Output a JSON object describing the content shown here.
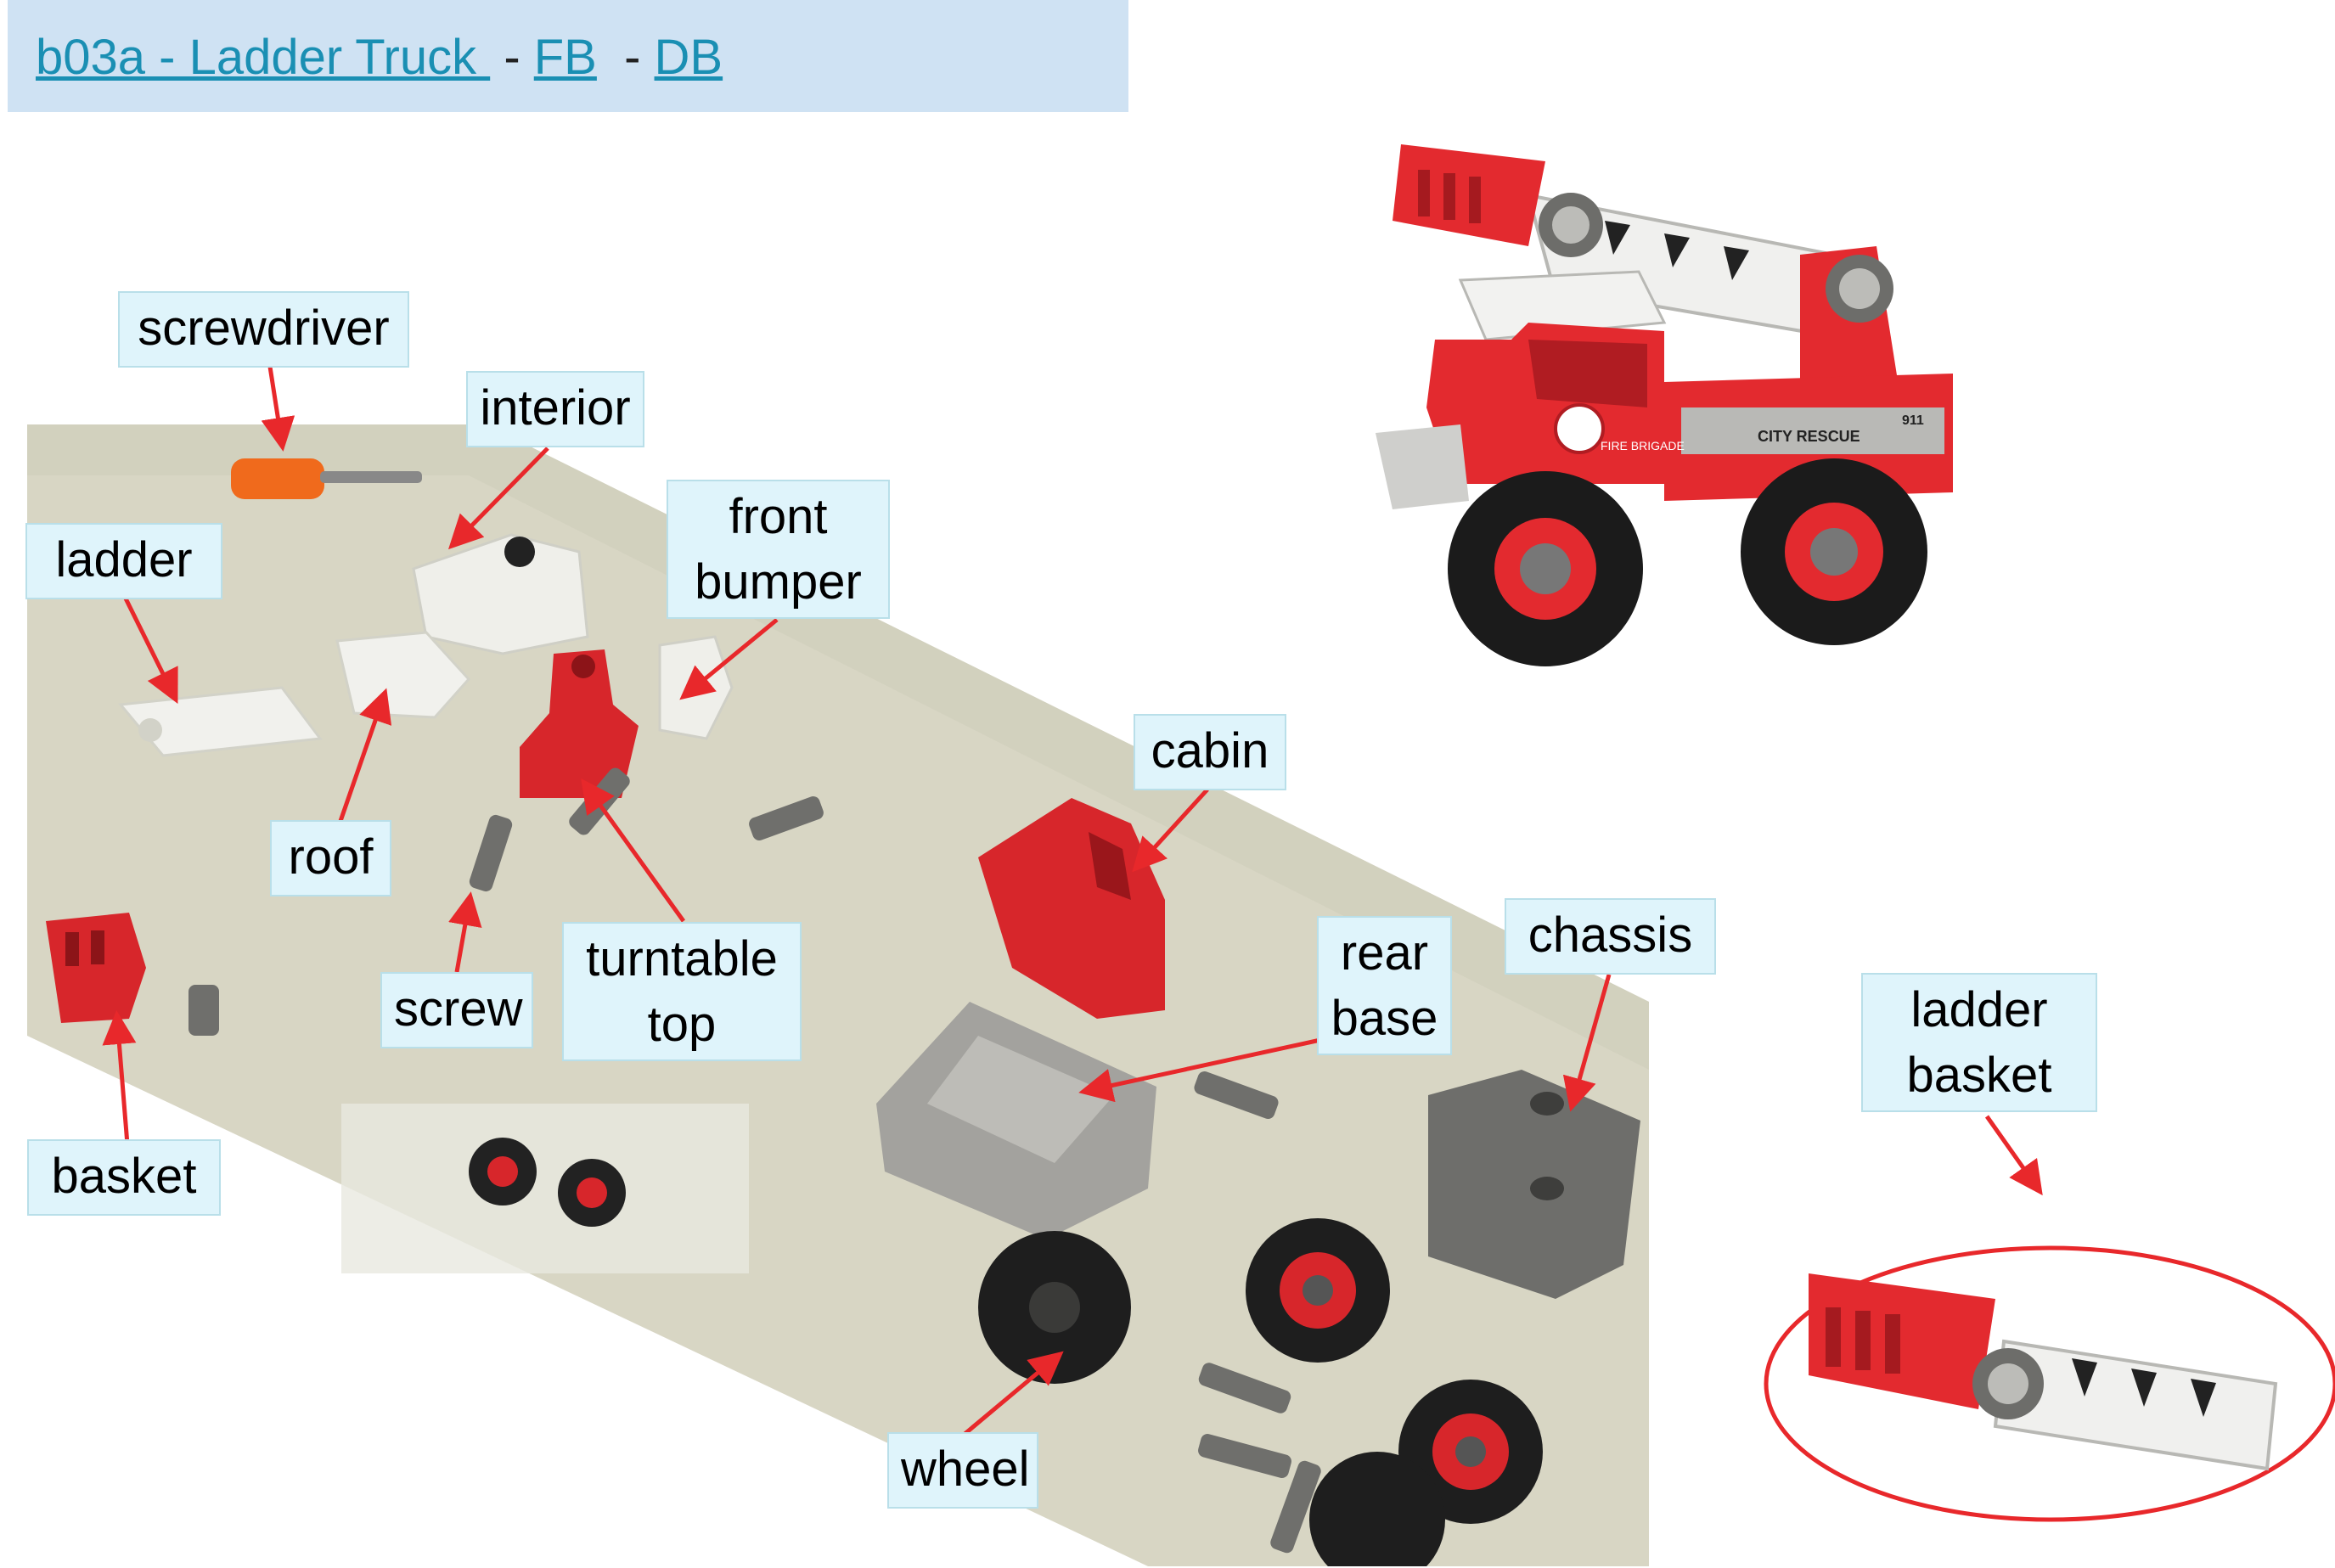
{
  "header": {
    "title_link": "b03a - Ladder Truck ",
    "sep1": " - ",
    "fb_link": "FB",
    "sep2": "  - ",
    "db_link": "DB"
  },
  "labels": {
    "screwdriver": "screwdriver",
    "interior": "interior",
    "front_bumper_1": "front",
    "front_bumper_2": "bumper",
    "ladder": "ladder",
    "roof": "roof",
    "screw": "screw",
    "turntable_top_1": "turntable",
    "turntable_top_2": "top",
    "basket": "basket",
    "cabin": "cabin",
    "rear_base_1": "rear",
    "rear_base_2": "base",
    "chassis": "chassis",
    "wheel": "wheel",
    "ladder_basket_1": "ladder",
    "ladder_basket_2": "basket"
  },
  "truck_text": {
    "fire_brigade": "FIRE BRIGADE",
    "city_rescue": "CITY RESCUE",
    "number": "911"
  },
  "colors": {
    "header_bg": "#cfe2f3",
    "link": "#1a8fb3",
    "label_bg": "#dff4fb",
    "arrow": "#e8282b",
    "mat": "#d8d6c4",
    "part_red": "#d7262b",
    "part_white": "#f1f1ee",
    "part_gray": "#8a8a86",
    "tire": "#1e1e1e"
  }
}
